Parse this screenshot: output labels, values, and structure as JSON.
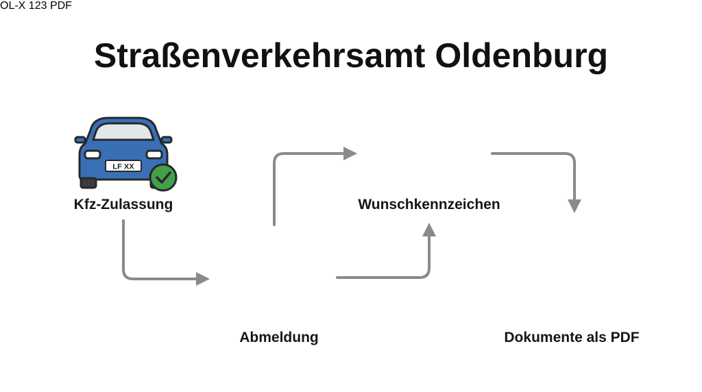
{
  "title": "Straßenverkehrsamt Oldenburg",
  "nodes": {
    "registration": {
      "label": "Kfz-Zulassung",
      "icon": "car-registered-icon",
      "plate_text": "LF XX"
    },
    "deregistration": {
      "label": "Abmeldung",
      "icon": "car-deregister-icon"
    },
    "custom_plate": {
      "label": "Wunschkennzeichen",
      "icon": "license-plate-icon",
      "plate_text": "OL-X 123"
    },
    "pdf_docs": {
      "label": "Dokumente als PDF",
      "icon": "pdf-document-icon",
      "badge_text": "PDF"
    }
  },
  "colors": {
    "car_blue": "#3a6fb5",
    "car_outline": "#26282c",
    "check_green": "#43a047",
    "cross_orange": "#f0613b",
    "arrow_gray": "#8a8a8a",
    "star_orange": "#f4a62a",
    "pdf_red": "#d9302c",
    "eu_blue": "#2f66b8"
  }
}
